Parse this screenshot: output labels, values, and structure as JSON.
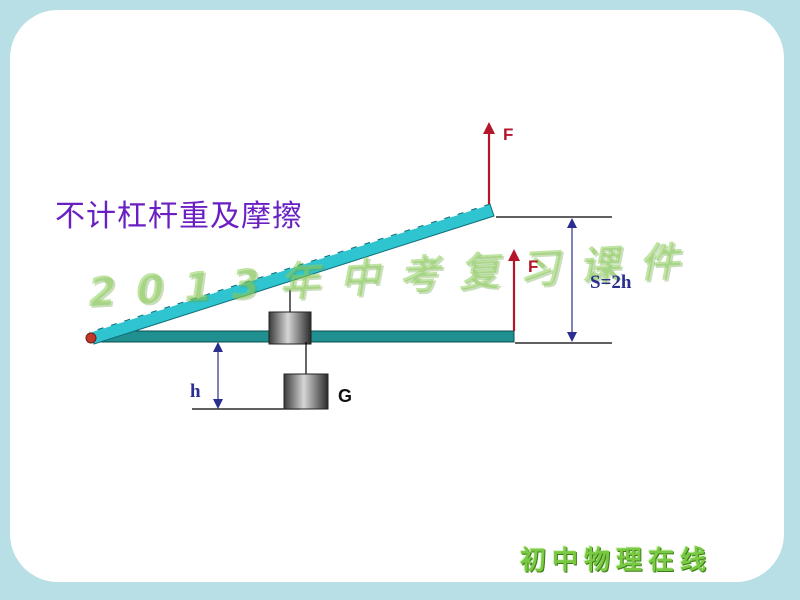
{
  "slide": {
    "condition_text": "不计杠杆重及摩擦",
    "watermark_text": "2013年中考复习课件",
    "brand_text": "初中物理在线"
  },
  "labels": {
    "force_top": "F",
    "force_bottom": "F",
    "distance": "S=2h",
    "height": "h",
    "weight": "G"
  },
  "colors": {
    "background": "#b9dfe6",
    "lever_raised": "#2ec4d0",
    "lever_flat": "#1f8f8f",
    "force_arrow": "#b3162a",
    "dimension_line": "#2a2f8f",
    "condition_text": "#6a1fc2",
    "watermark": "#8ccd5a"
  }
}
